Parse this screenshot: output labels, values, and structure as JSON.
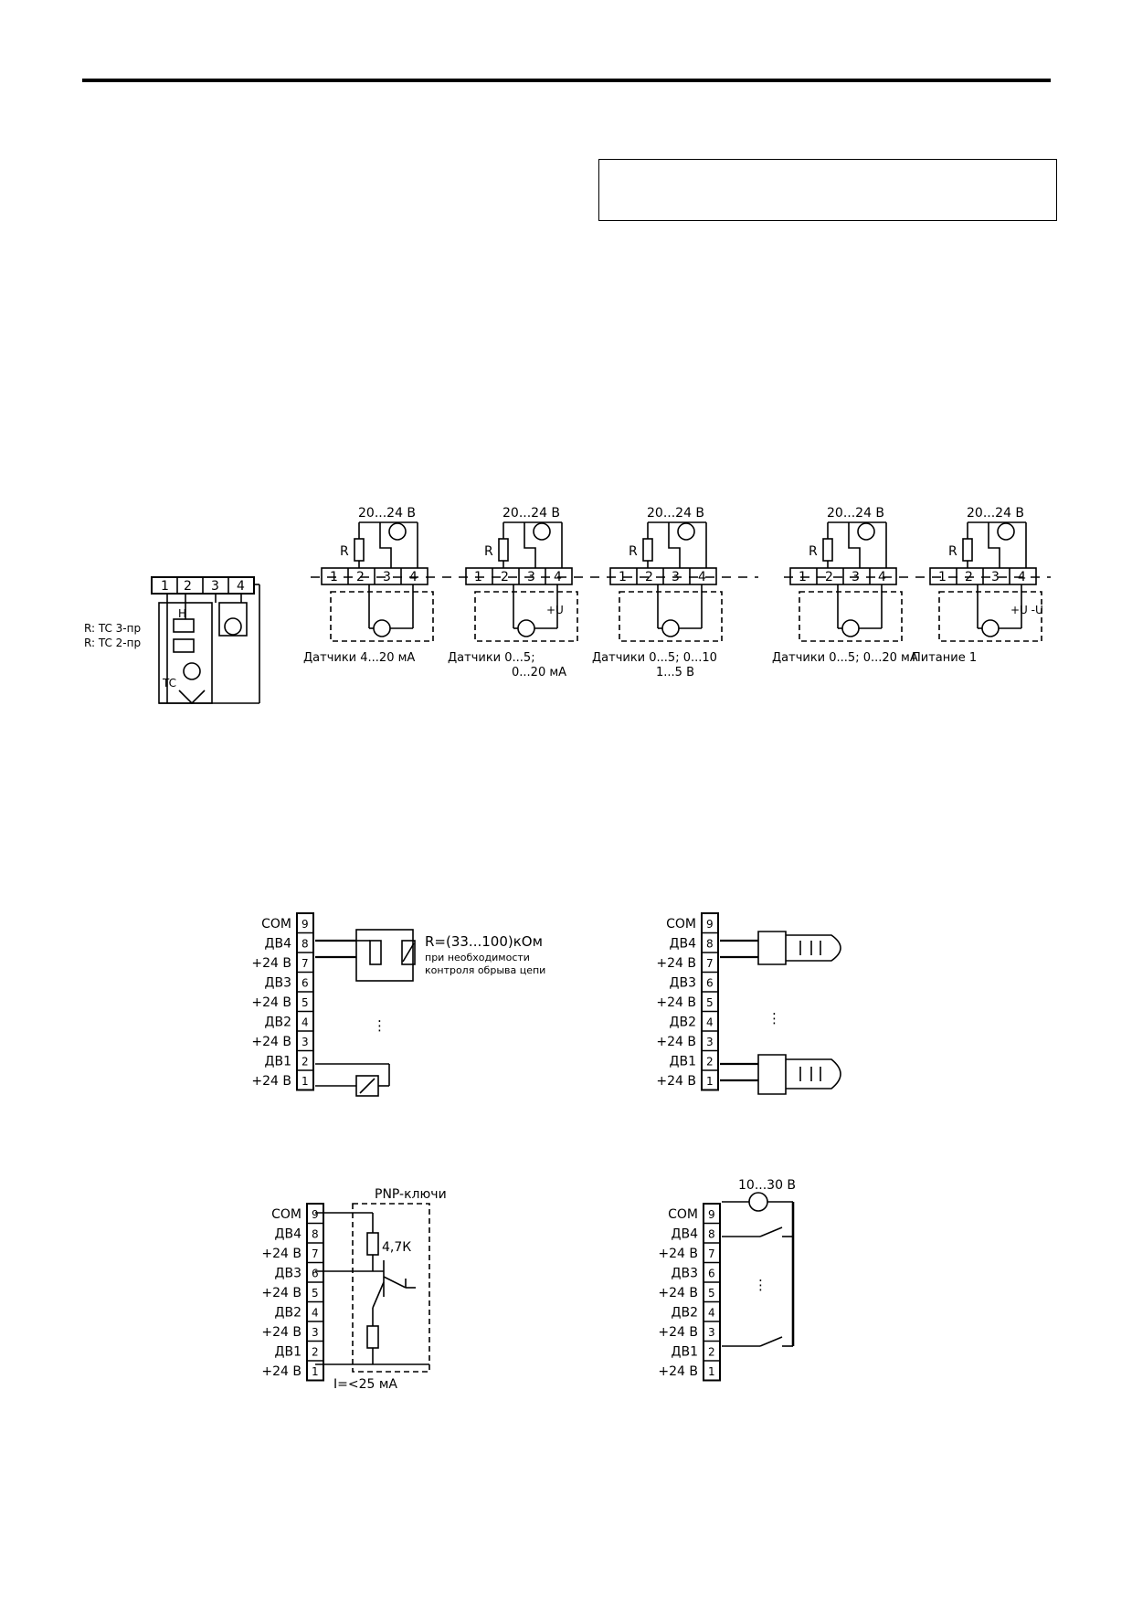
{
  "inputs": {
    "rtd": {
      "terminals": [
        "1",
        "2",
        "3",
        "4"
      ],
      "label_line1": "R: TC 3-пр",
      "label_line2": "R: TC 2-пр",
      "h_label": "H",
      "t_label": "TC"
    },
    "supply_label": "20...24 В",
    "resistor_label": "R",
    "units": [
      {
        "terminals": [
          "1",
          "2",
          "3",
          "4"
        ],
        "caption": "Датчики 4...20 мА",
        "caption2": ""
      },
      {
        "terminals": [
          "1",
          "2",
          "3",
          "4"
        ],
        "caption": "Датчики 0...5;",
        "caption2": "0...20 мА",
        "extra": "+U"
      },
      {
        "terminals": [
          "1",
          "2",
          "3",
          "4"
        ],
        "caption": "Датчики 0...5; 0...10",
        "caption2": "1...5 В"
      },
      {
        "terminals": [
          "1",
          "2",
          "3",
          "4"
        ],
        "caption": "Датчики 0...5; 0...20 мА",
        "caption2": ""
      },
      {
        "terminals": [
          "1",
          "2",
          "3",
          "4"
        ],
        "caption": "Питание 1",
        "caption2": "",
        "extra": "+U  -U"
      }
    ]
  },
  "digital": {
    "strip_labels": [
      "COM",
      "ДВ4",
      "+24 В",
      "ДВ3",
      "+24 В",
      "ДВ2",
      "+24 В",
      "ДВ1",
      "+24 В"
    ],
    "strip_numbers": [
      "9",
      "8",
      "7",
      "6",
      "5",
      "4",
      "3",
      "2",
      "1"
    ],
    "resistor_note": "R=(33...100)кОм",
    "resistor_note2": "при необходимости",
    "resistor_note3": "контроля обрыва цепи",
    "pnp_label": "PNP-ключи",
    "pnp_resistor": "4,7К",
    "pnp_current": "I=<25 мА",
    "dry_supply": "10...30 В",
    "ellipsis": "⋮"
  }
}
